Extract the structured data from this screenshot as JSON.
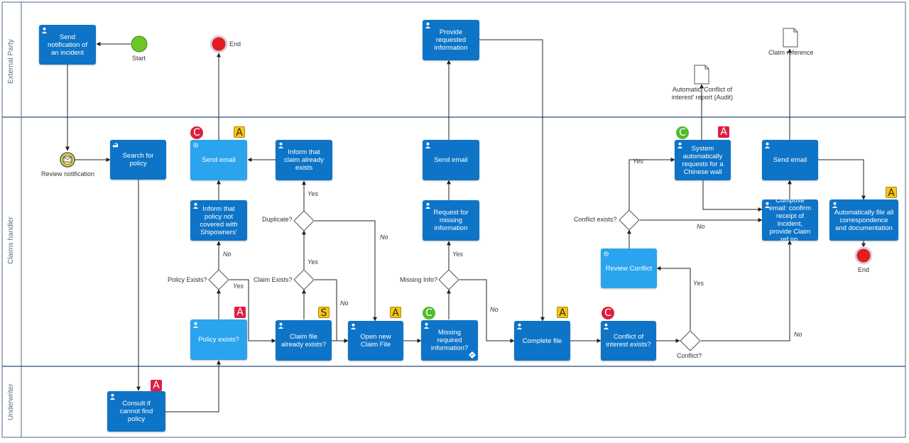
{
  "lanes": [
    "External Party",
    "Claims handler",
    "Underwriter"
  ],
  "events": {
    "start": "Start",
    "end_top": "End",
    "end_right": "End",
    "review_notification": "Review notification"
  },
  "tasks": {
    "send_notification": "Send notification of an incident",
    "search_policy": "Search for policy",
    "send_email_1": "Send email",
    "inform_policy": "Inform that policy not covered with Shipowners'",
    "policy_exists": "Policy exists?",
    "consult": "Consult if cannot find policy",
    "inform_claim": "Inform that claim already exists",
    "claim_file": "Claim file already exists?",
    "open_claim": "Open new Claim File",
    "provide_info": "Provide requested information",
    "send_email_2": "Send email",
    "request_info": "Request for missing information",
    "missing_req": "Missing required information?",
    "complete_file": "Complete file",
    "conflict_interest": "Conflict of interest exists?",
    "review_conflict": "Review Conflict",
    "chinese_wall": "System automatically requests for a Chinese wall",
    "compose_email": "Compose email: confirm receipt of incident, provide Claim ref no.",
    "send_email_3": "Send email",
    "auto_file": "Automatically file all correspondence and documentation"
  },
  "gateways": {
    "policy_exists": "Policy Exists?",
    "claim_exists": "Claim Exists?",
    "duplicate": "Duplicate?",
    "missing_info": "Missing Info?",
    "conflict_exists": "Conflict exists?",
    "conflict": "Conflict?"
  },
  "flow_labels": {
    "yes": "Yes",
    "no": "No"
  },
  "documents": {
    "conflict_report": "Automatic 'Conflict of interest' report (Audit)",
    "claim_reference": "Claim reference"
  },
  "badges": {
    "a": "A",
    "s": "S",
    "c": "C"
  },
  "colors": {
    "user_task": "#0e74c7",
    "auto_task": "#2aa4ee",
    "lane_border": "#4d6a8f",
    "start": "#6cc627",
    "end": "#e41c24",
    "badge_yellow": "#f5c518",
    "badge_red": "#dd1e42",
    "badge_green": "#52bb2c"
  }
}
